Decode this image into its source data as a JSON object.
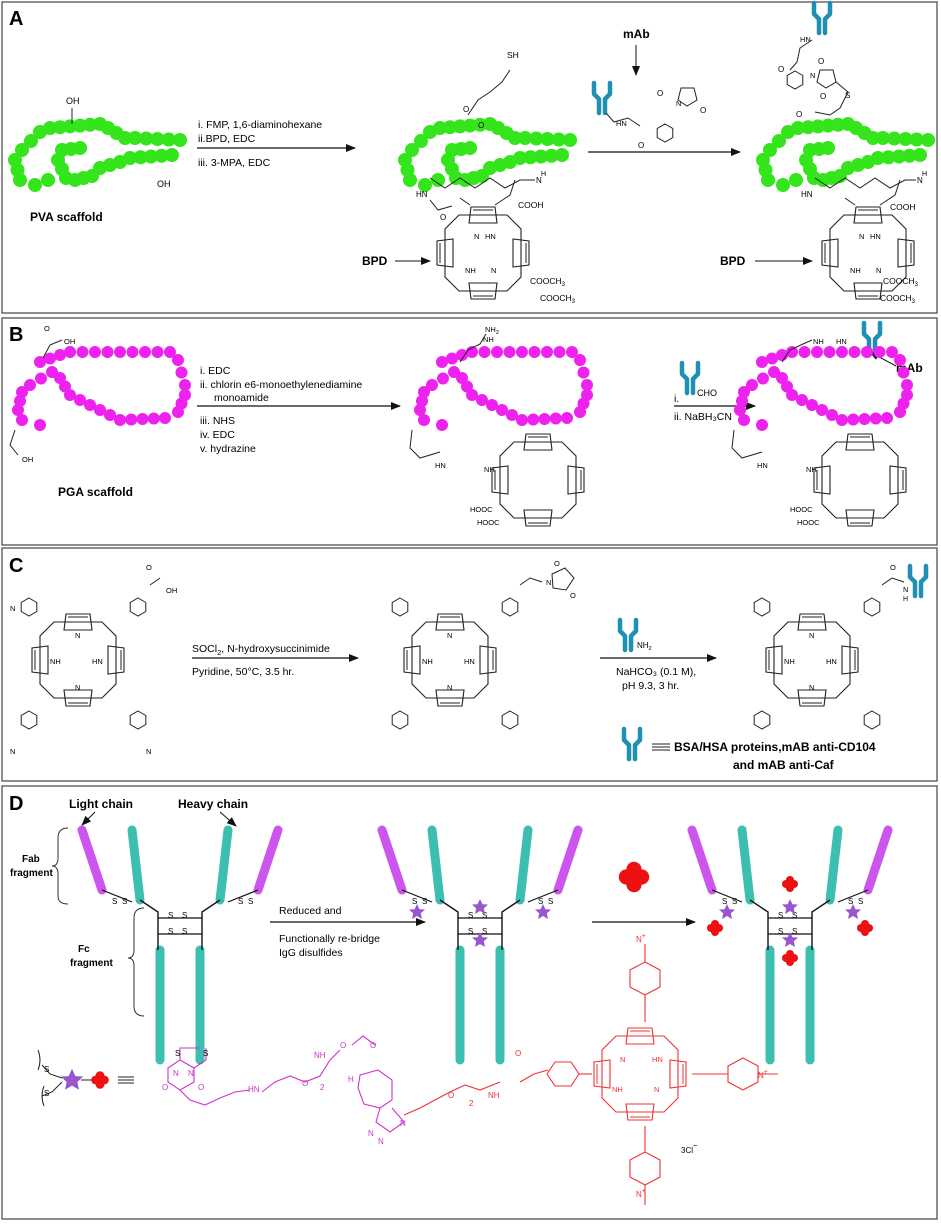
{
  "colors": {
    "pva_green": "#33e51a",
    "pga_magenta": "#ee22ee",
    "antibody_blue": "#1f8fb5",
    "antibody_teal": "#3cbfb0",
    "light_chain_purple": "#cc55ee",
    "porphyrin_red": "#ee3333",
    "linker_magenta": "#cc33cc",
    "star_purple": "#9955cc",
    "panel_border": "#444444"
  },
  "icons": [
    "antibody-icon",
    "down-arrow-icon",
    "star-icon",
    "red-cluster-icon"
  ],
  "panel_a": {
    "label": "A",
    "scaffold_label": "PVA scaffold",
    "oh_top": "OH",
    "oh_bottom": "OH",
    "step1": [
      "i. FMP, 1,6-diaminohexane",
      "ii.BPD, EDC",
      "iii. 3-MPA, EDC"
    ],
    "mab_label": "mAb",
    "bpd_label": "BPD",
    "sh": "SH",
    "o": "O",
    "n": "N",
    "h": "H",
    "nh": "NH",
    "hn": "HN",
    "s": "S",
    "cooh": "COOH",
    "cooch3": "COOCH",
    "sub3": "3"
  },
  "panel_b": {
    "label": "B",
    "scaffold_label": "PGA scaffold",
    "oh": "OH",
    "nh2": "NH",
    "sub2": "2",
    "nh": "NH",
    "hn": "HN",
    "n": "N",
    "h": "H",
    "o": "O",
    "hooc": "HOOC",
    "step1": [
      "i. EDC",
      "ii. chlorin e6-monoethylenediamine",
      "monoamide",
      "iii. NHS",
      "iv. EDC",
      "v. hydrazine"
    ],
    "step2": [
      "i.",
      "ii. NaBH₃CN"
    ],
    "cho": "CHO",
    "mab_label": "mAb"
  },
  "panel_c": {
    "label": "C",
    "oh": "OH",
    "o": "O",
    "n": "N",
    "h": "H",
    "nh": "NH",
    "hn": "HN",
    "nh2": "NH",
    "sub2": "2",
    "step1_line1": "SOCl",
    "step1_sub": "2",
    "step1_line1b": ", N-hydroxysuccinimide",
    "step1_line2": "Pyridine, 50°C, 3.5 hr.",
    "step2": [
      "NaHCO₃ (0.1 M),",
      "pH 9.3, 3 hr."
    ],
    "legend_line1": "BSA/HSA proteins,mAB anti-CD104",
    "legend_line2": "and mAB anti-Caf"
  },
  "panel_d": {
    "label": "D",
    "light_chain": "Light chain",
    "heavy_chain": "Heavy chain",
    "fab": [
      "Fab",
      "fragment"
    ],
    "fc": [
      "Fc",
      "fragment"
    ],
    "s": "S",
    "o": "O",
    "n": "N",
    "h": "H",
    "step": [
      "Reduced and",
      "Functionally re-bridge",
      "IgG disulfides"
    ],
    "two": "2",
    "nh": "NH",
    "hn": "HN",
    "n_plus": "N",
    "plus": "+",
    "counter_ion": "3Cl",
    "minus": "−"
  }
}
